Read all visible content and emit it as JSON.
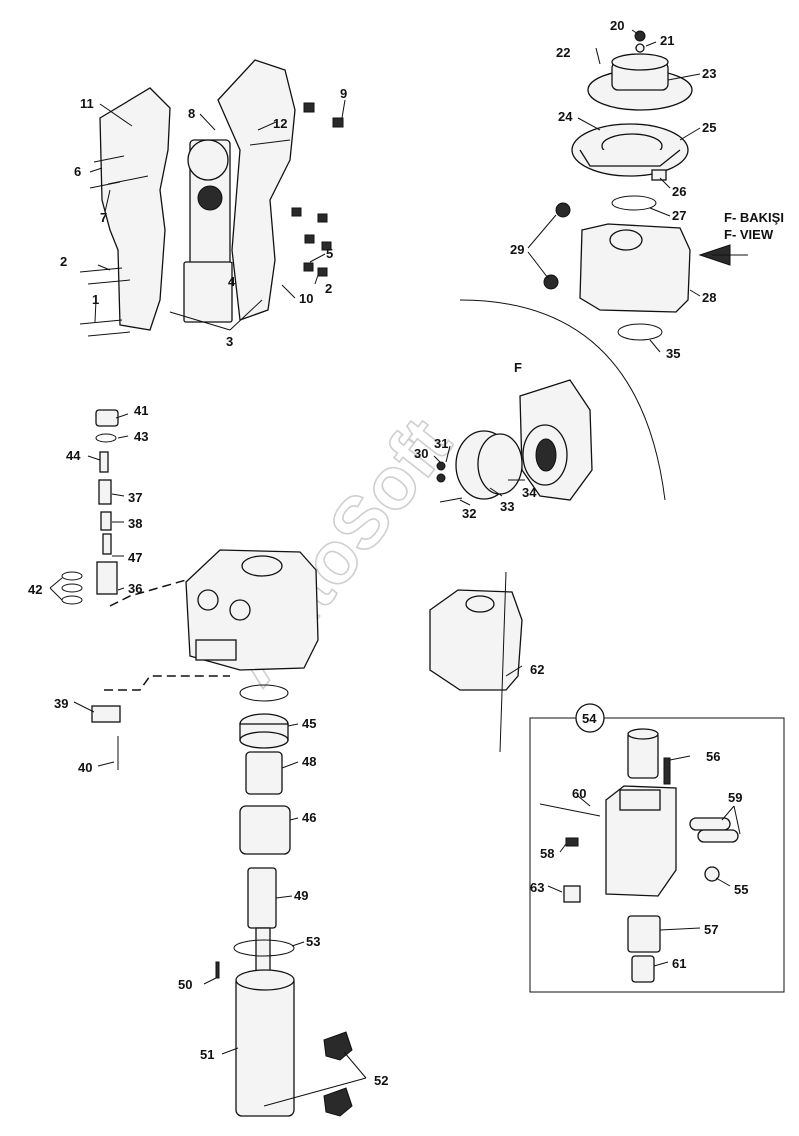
{
  "view_label": {
    "line1": "F- BAKIŞI",
    "line2": "F- VIEW",
    "section": "F"
  },
  "watermark": "AutoSoft",
  "callouts": {
    "c1": "1",
    "c2a": "2",
    "c2b": "2",
    "c3": "3",
    "c4": "4",
    "c5": "5",
    "c6": "6",
    "c7": "7",
    "c8": "8",
    "c9": "9",
    "c10": "10",
    "c11": "11",
    "c12": "12",
    "c20": "20",
    "c21": "21",
    "c22": "22",
    "c23": "23",
    "c24": "24",
    "c25": "25",
    "c26": "26",
    "c27": "27",
    "c28": "28",
    "c29": "29",
    "c30": "30",
    "c31": "31",
    "c32": "32",
    "c33": "33",
    "c34": "34",
    "c35": "35",
    "c36": "36",
    "c37": "37",
    "c38": "38",
    "c39": "39",
    "c40": "40",
    "c41": "41",
    "c42": "42",
    "c43": "43",
    "c44": "44",
    "c45": "45",
    "c46": "46",
    "c47": "47",
    "c48": "48",
    "c49": "49",
    "c50": "50",
    "c51": "51",
    "c52": "52",
    "c53": "53",
    "c54": "54",
    "c55": "55",
    "c56": "56",
    "c57": "57",
    "c58": "58",
    "c59": "59",
    "c60": "60",
    "c61": "61",
    "c62": "62",
    "c63": "63"
  }
}
